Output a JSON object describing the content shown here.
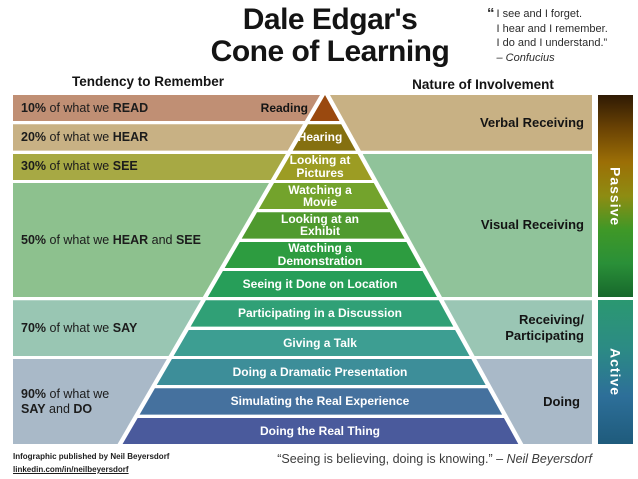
{
  "title": {
    "line1": "Dale Edgar's",
    "line2": "Cone of Learning"
  },
  "confucius_quote": {
    "mark": "“",
    "line1": "I see and I forget.",
    "line2": "I hear and I remember.",
    "line3": "I do and I understand.”",
    "attribution": "– Confucius"
  },
  "column_headers": {
    "left": "Tendency to Remember",
    "right": "Nature of Involvement"
  },
  "retention_bands": [
    {
      "name": "10-percent",
      "color": "#c08f74",
      "segments": [
        {
          "text": "10% ",
          "bold": true
        },
        {
          "text": "of what we ",
          "bold": false
        },
        {
          "text": "READ",
          "bold": true
        }
      ]
    },
    {
      "name": "20-percent",
      "color": "#c8b184",
      "segments": [
        {
          "text": "20% ",
          "bold": true
        },
        {
          "text": "of what we ",
          "bold": false
        },
        {
          "text": "HEAR",
          "bold": true
        }
      ]
    },
    {
      "name": "30-percent",
      "color": "#a7a944",
      "segments": [
        {
          "text": "30% ",
          "bold": true
        },
        {
          "text": "of what we ",
          "bold": false
        },
        {
          "text": "SEE",
          "bold": true
        }
      ]
    },
    {
      "name": "50-percent",
      "color": "#8dc18e",
      "segments": [
        {
          "text": "50% ",
          "bold": true
        },
        {
          "text": "of what we ",
          "bold": false
        },
        {
          "text": "HEAR",
          "bold": true
        },
        {
          "text": " and ",
          "bold": false
        },
        {
          "text": "SEE",
          "bold": true
        }
      ]
    },
    {
      "name": "70-percent",
      "color": "#99c6b3",
      "segments": [
        {
          "text": "70% ",
          "bold": true
        },
        {
          "text": "of what we ",
          "bold": false
        },
        {
          "text": "SAY",
          "bold": true
        }
      ]
    },
    {
      "name": "90-percent",
      "color": "#a9b9c8",
      "segments": [
        {
          "text": "90% ",
          "bold": true
        },
        {
          "text": "of what we ",
          "bold": false
        },
        {
          "text": "SAY",
          "bold": true
        },
        {
          "text": " and ",
          "bold": false
        },
        {
          "text": "DO",
          "bold": true
        }
      ]
    }
  ],
  "pyramid_rows": [
    {
      "label": "Reading",
      "color": "#9a490f"
    },
    {
      "label": "Hearing",
      "color": "#857010"
    },
    {
      "label": "Looking at Pictures",
      "color": "#9c9c23"
    },
    {
      "label": "Watching a Movie",
      "color": "#73a32c"
    },
    {
      "label": "Looking at an Exhibit",
      "color": "#4f9a2e"
    },
    {
      "label": "Watching a Demonstration",
      "color": "#2d9c40"
    },
    {
      "label": "Seeing it Done on Location",
      "color": "#279e59"
    },
    {
      "label": "Participating in a Discussion",
      "color": "#30a076"
    },
    {
      "label": "Giving a Talk",
      "color": "#3d9e92"
    },
    {
      "label": "Doing a Dramatic Presentation",
      "color": "#3d8e99"
    },
    {
      "label": "Simulating the Real Experience",
      "color": "#45719e"
    },
    {
      "label": "Doing the Real Thing",
      "color": "#4a5a9c"
    }
  ],
  "involvement_bands": [
    {
      "label": "Verbal Receiving",
      "color": "#c8b184"
    },
    {
      "label": "Visual Receiving",
      "color": "#90c39a"
    },
    {
      "label": "Receiving/\nParticipating",
      "color": "#9ac6b4"
    },
    {
      "label": "Doing",
      "color": "#a9b9c8"
    }
  ],
  "side_bars": {
    "passive": {
      "label": "Passive",
      "colors": [
        "#2f1a04",
        "#6b4304",
        "#9c6f06",
        "#8e8c12",
        "#3f9827",
        "#2a9038",
        "#17682c"
      ]
    },
    "active": {
      "label": "Active",
      "colors": [
        "#2b9871",
        "#2c8b84",
        "#2d6f99",
        "#1f5b7c"
      ]
    }
  },
  "footer": {
    "credit_line1": "Infographic published by Neil Beyersdorf",
    "credit_line2": "linkedin.com/in/neilbeyersdorf",
    "quote_text": "“Seeing is believing, doing is knowing.” – ",
    "quote_author": "Neil Beyersdorf"
  }
}
